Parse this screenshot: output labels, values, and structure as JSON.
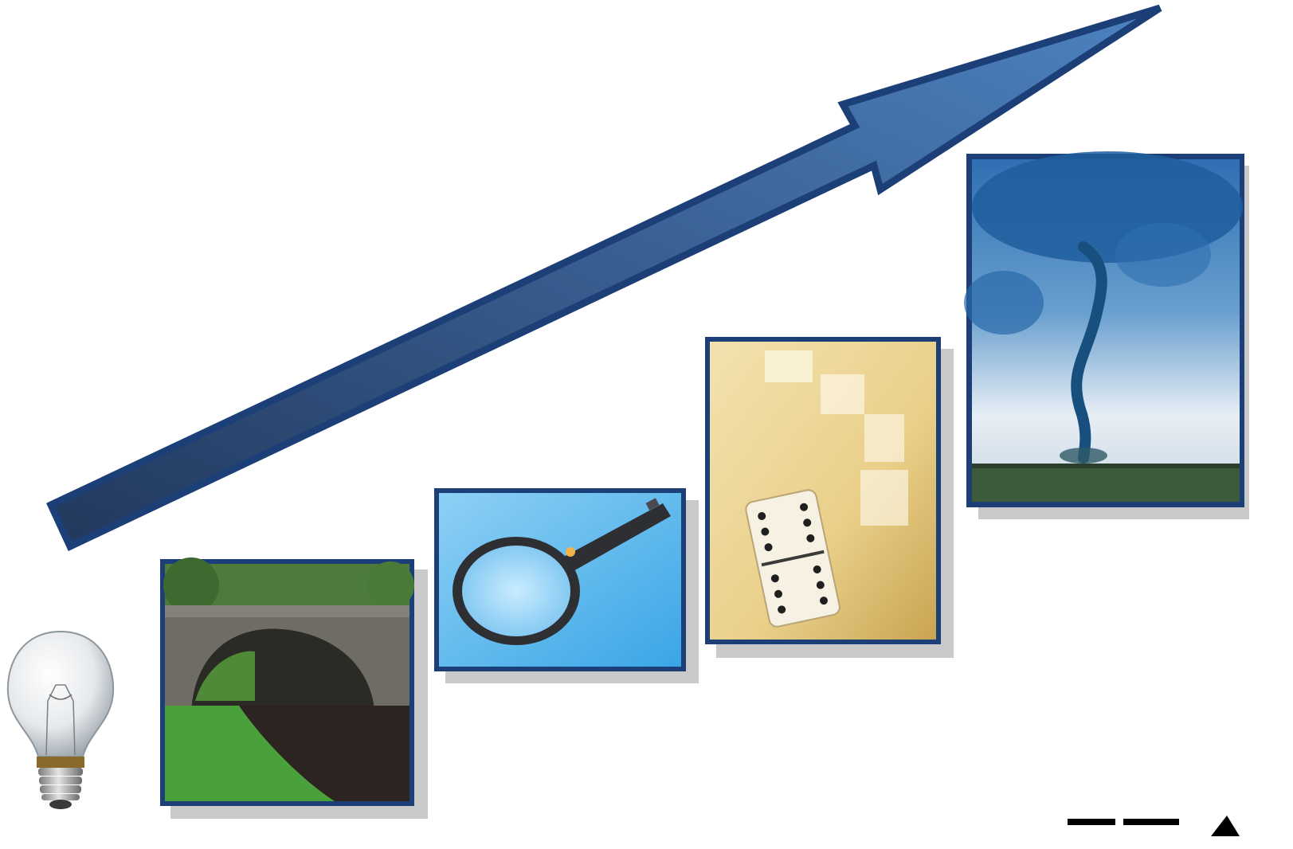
{
  "scene": {
    "arrow": {
      "fill_color": "#3f6aa0",
      "stroke_color": "#1c3f78"
    },
    "frame_color": "#1c3f78",
    "shadow_color": "#c9c9c9",
    "photos": [
      {
        "subject": "stone-bridge",
        "icon": "bridge-photo"
      },
      {
        "subject": "magnifying-glass",
        "icon": "magnifier-photo"
      },
      {
        "subject": "falling-dominoes",
        "icon": "dominoes-photo"
      },
      {
        "subject": "tornado",
        "icon": "tornado-photo"
      }
    ],
    "bulb": {
      "icon": "lightbulb-icon"
    }
  }
}
